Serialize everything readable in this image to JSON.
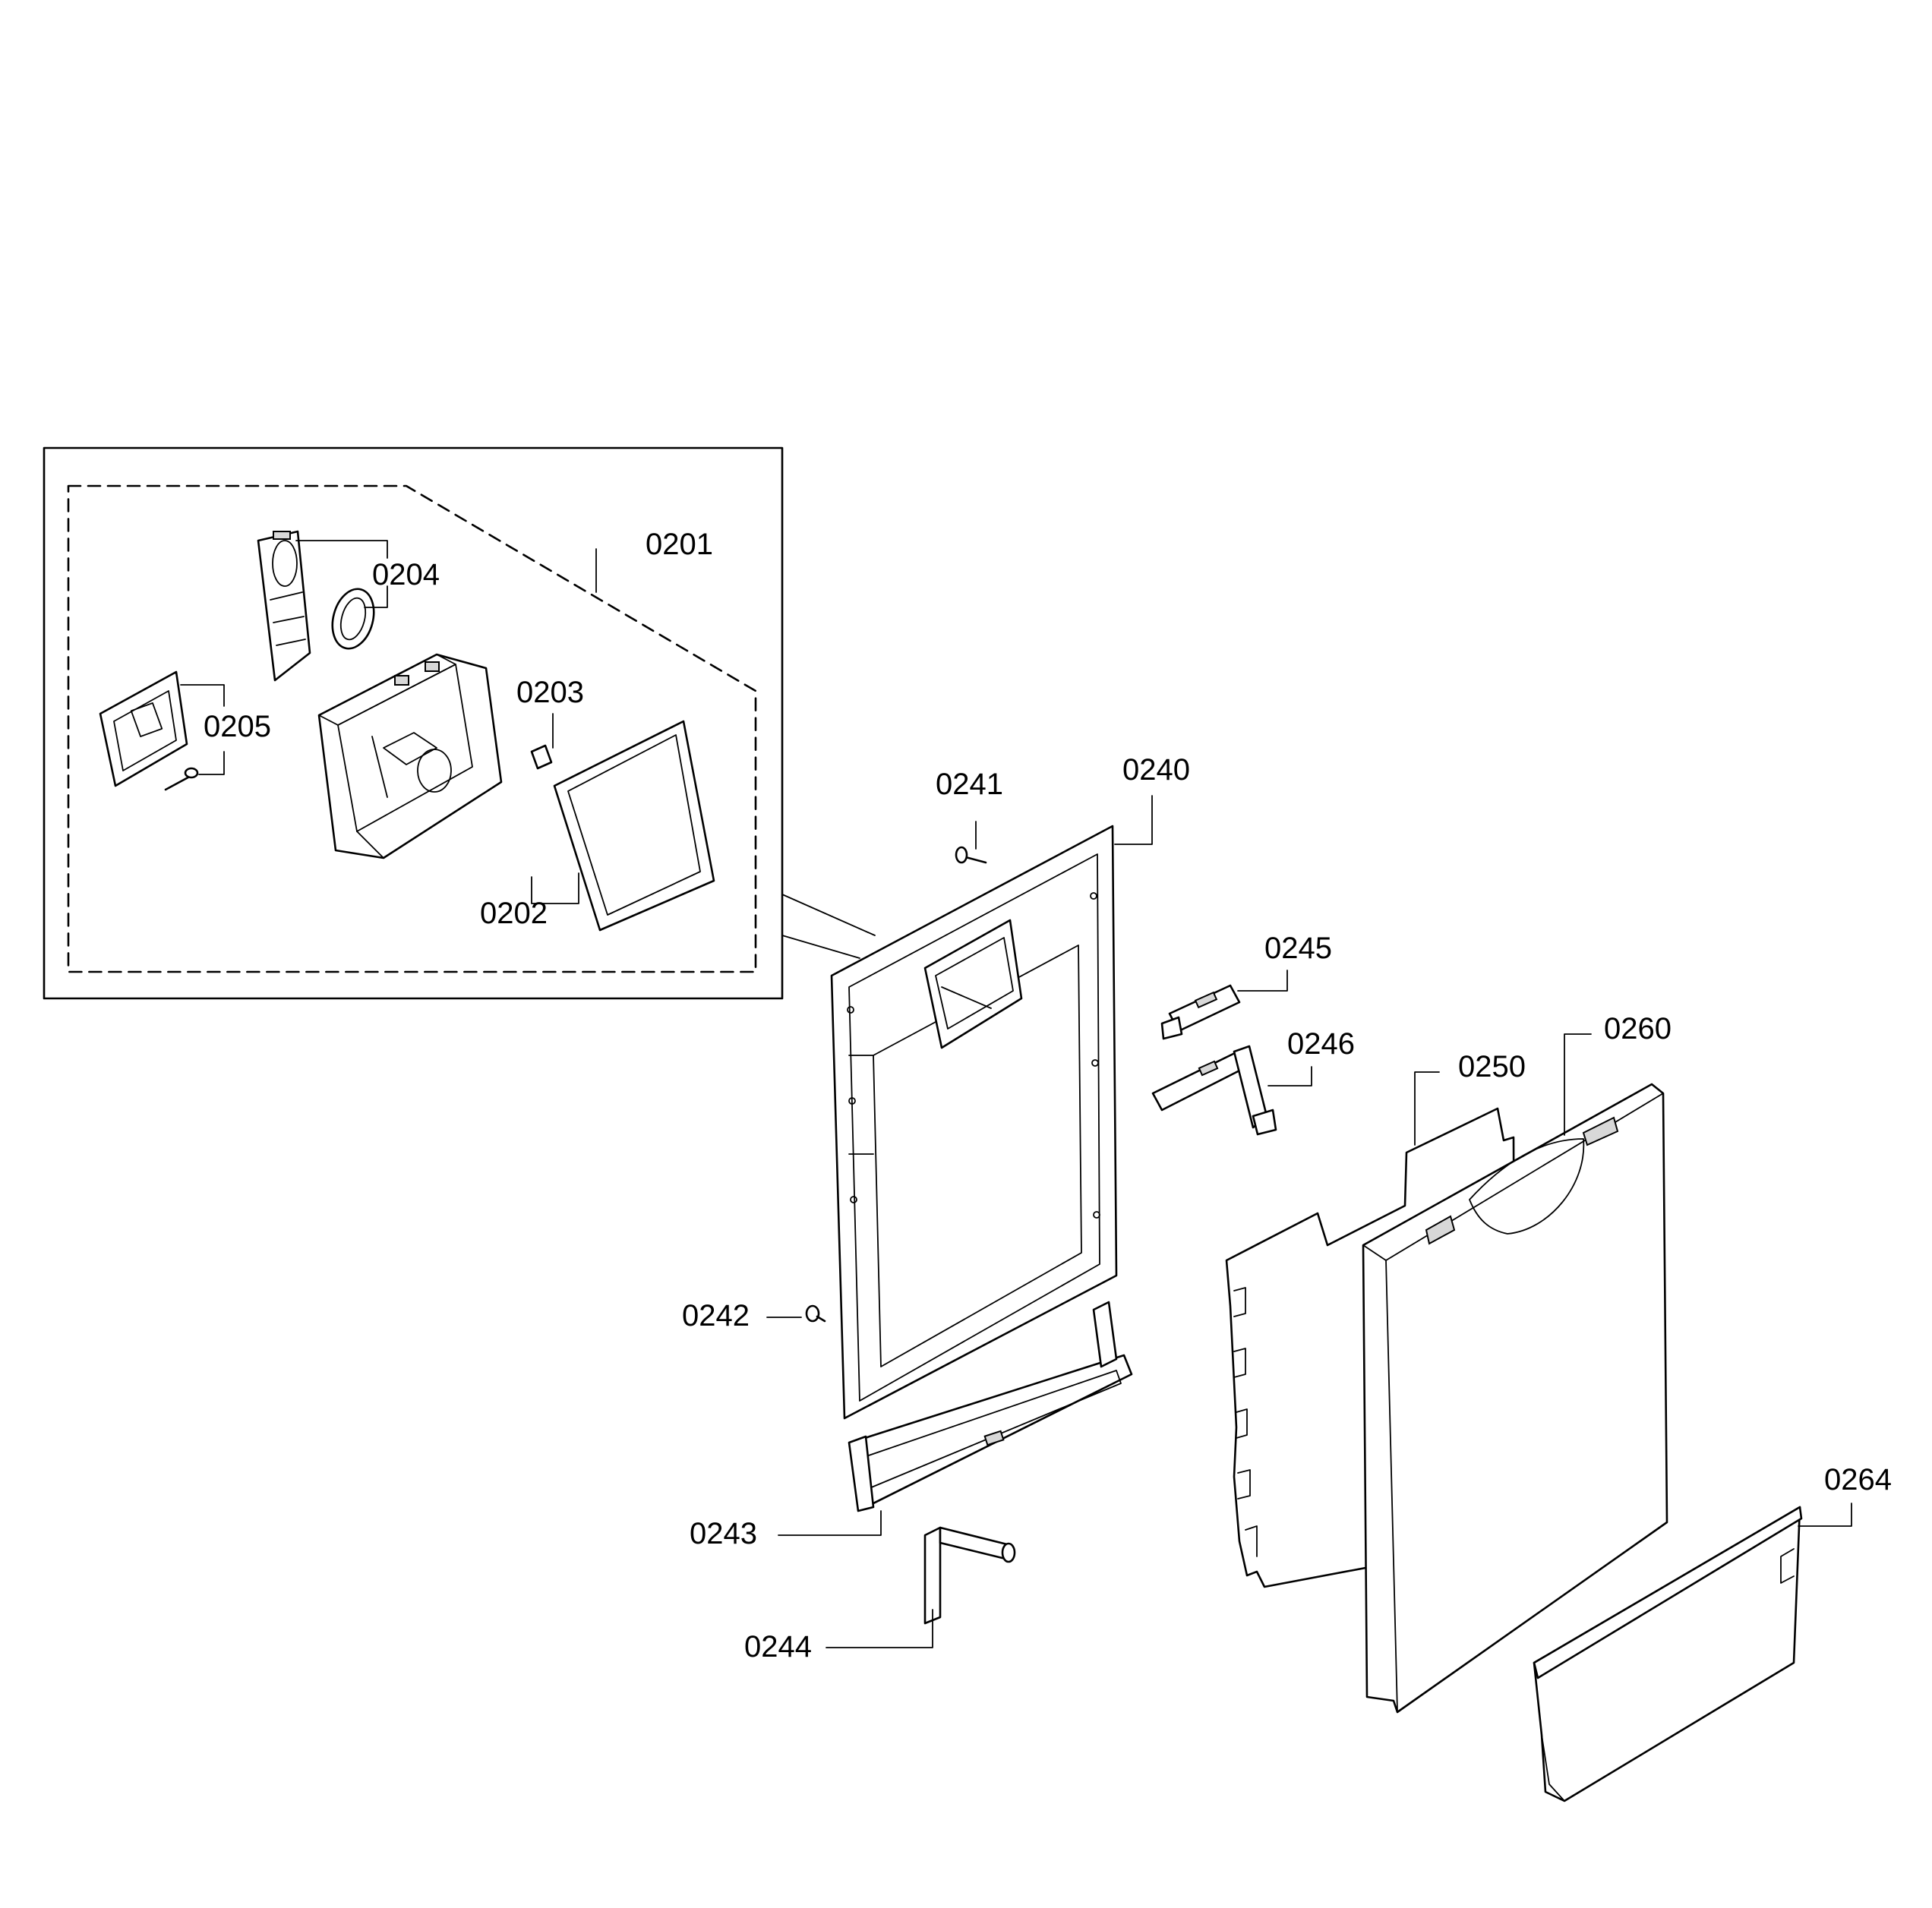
{
  "labels": {
    "p0201": "0201",
    "p0202": "0202",
    "p0203": "0203",
    "p0204": "0204",
    "p0205": "0205",
    "p0240": "0240",
    "p0241": "0241",
    "p0242": "0242",
    "p0243": "0243",
    "p0244": "0244",
    "p0245": "0245",
    "p0246": "0246",
    "p0250": "0250",
    "p0260": "0260",
    "p0264": "0264"
  }
}
